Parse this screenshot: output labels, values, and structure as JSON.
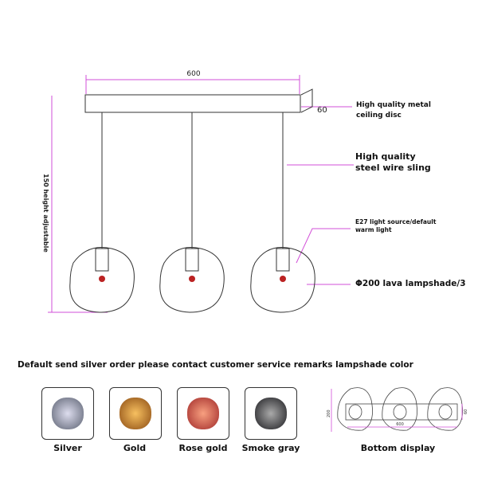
{
  "dimensions": {
    "width": "600",
    "depth": "60",
    "height": "150 height adjustable"
  },
  "callouts": [
    {
      "line1": "High quality metal",
      "line2": "ceiling disc"
    },
    {
      "line1": "High quality",
      "line2": "steel wire sling"
    },
    {
      "line1": "E27 light source/default",
      "line2": "warm light"
    },
    {
      "line1": "Φ200 lava lampshade/3"
    }
  ],
  "note": "Default send silver order please contact customer service remarks lampshade color",
  "colors": [
    {
      "label": "Silver",
      "hex": "#8a909a"
    },
    {
      "label": "Gold",
      "hex": "#b8742a"
    },
    {
      "label": "Rose gold",
      "hex": "#c8504a"
    },
    {
      "label": "Smoke gray",
      "hex": "#3a3a3e"
    }
  ],
  "bottom": {
    "label": "Bottom display",
    "dim_diameter": "200",
    "dim_width": "600",
    "dim_depth": "60"
  },
  "accent": "#d24fd8"
}
